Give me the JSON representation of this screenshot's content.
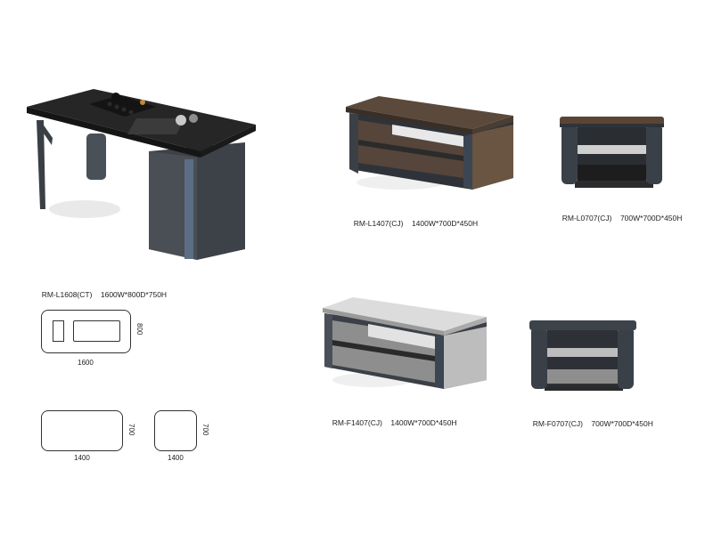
{
  "products": [
    {
      "code": "RM-L1608(CT)",
      "dims": "1600W*800D*750H"
    },
    {
      "code": "RM-L1407(CJ)",
      "dims": "1400W*700D*450H"
    },
    {
      "code": "RM-L0707(CJ)",
      "dims": "700W*700D*450H"
    },
    {
      "code": "RM-F1407(CJ)",
      "dims": "1400W*700D*450H"
    },
    {
      "code": "RM-F0707(CJ)",
      "dims": "700W*700D*450H"
    }
  ],
  "plans": [
    {
      "width_label": "1600",
      "depth_label": "800"
    },
    {
      "width_label": "1400",
      "depth_label": "700"
    },
    {
      "width_label": "1400",
      "depth_label": "700"
    }
  ],
  "colors": {
    "dark_gray": "#3a3f45",
    "walnut": "#5a4535",
    "light_gray": "#d9d9d9",
    "black_top": "#1e1e1e"
  }
}
